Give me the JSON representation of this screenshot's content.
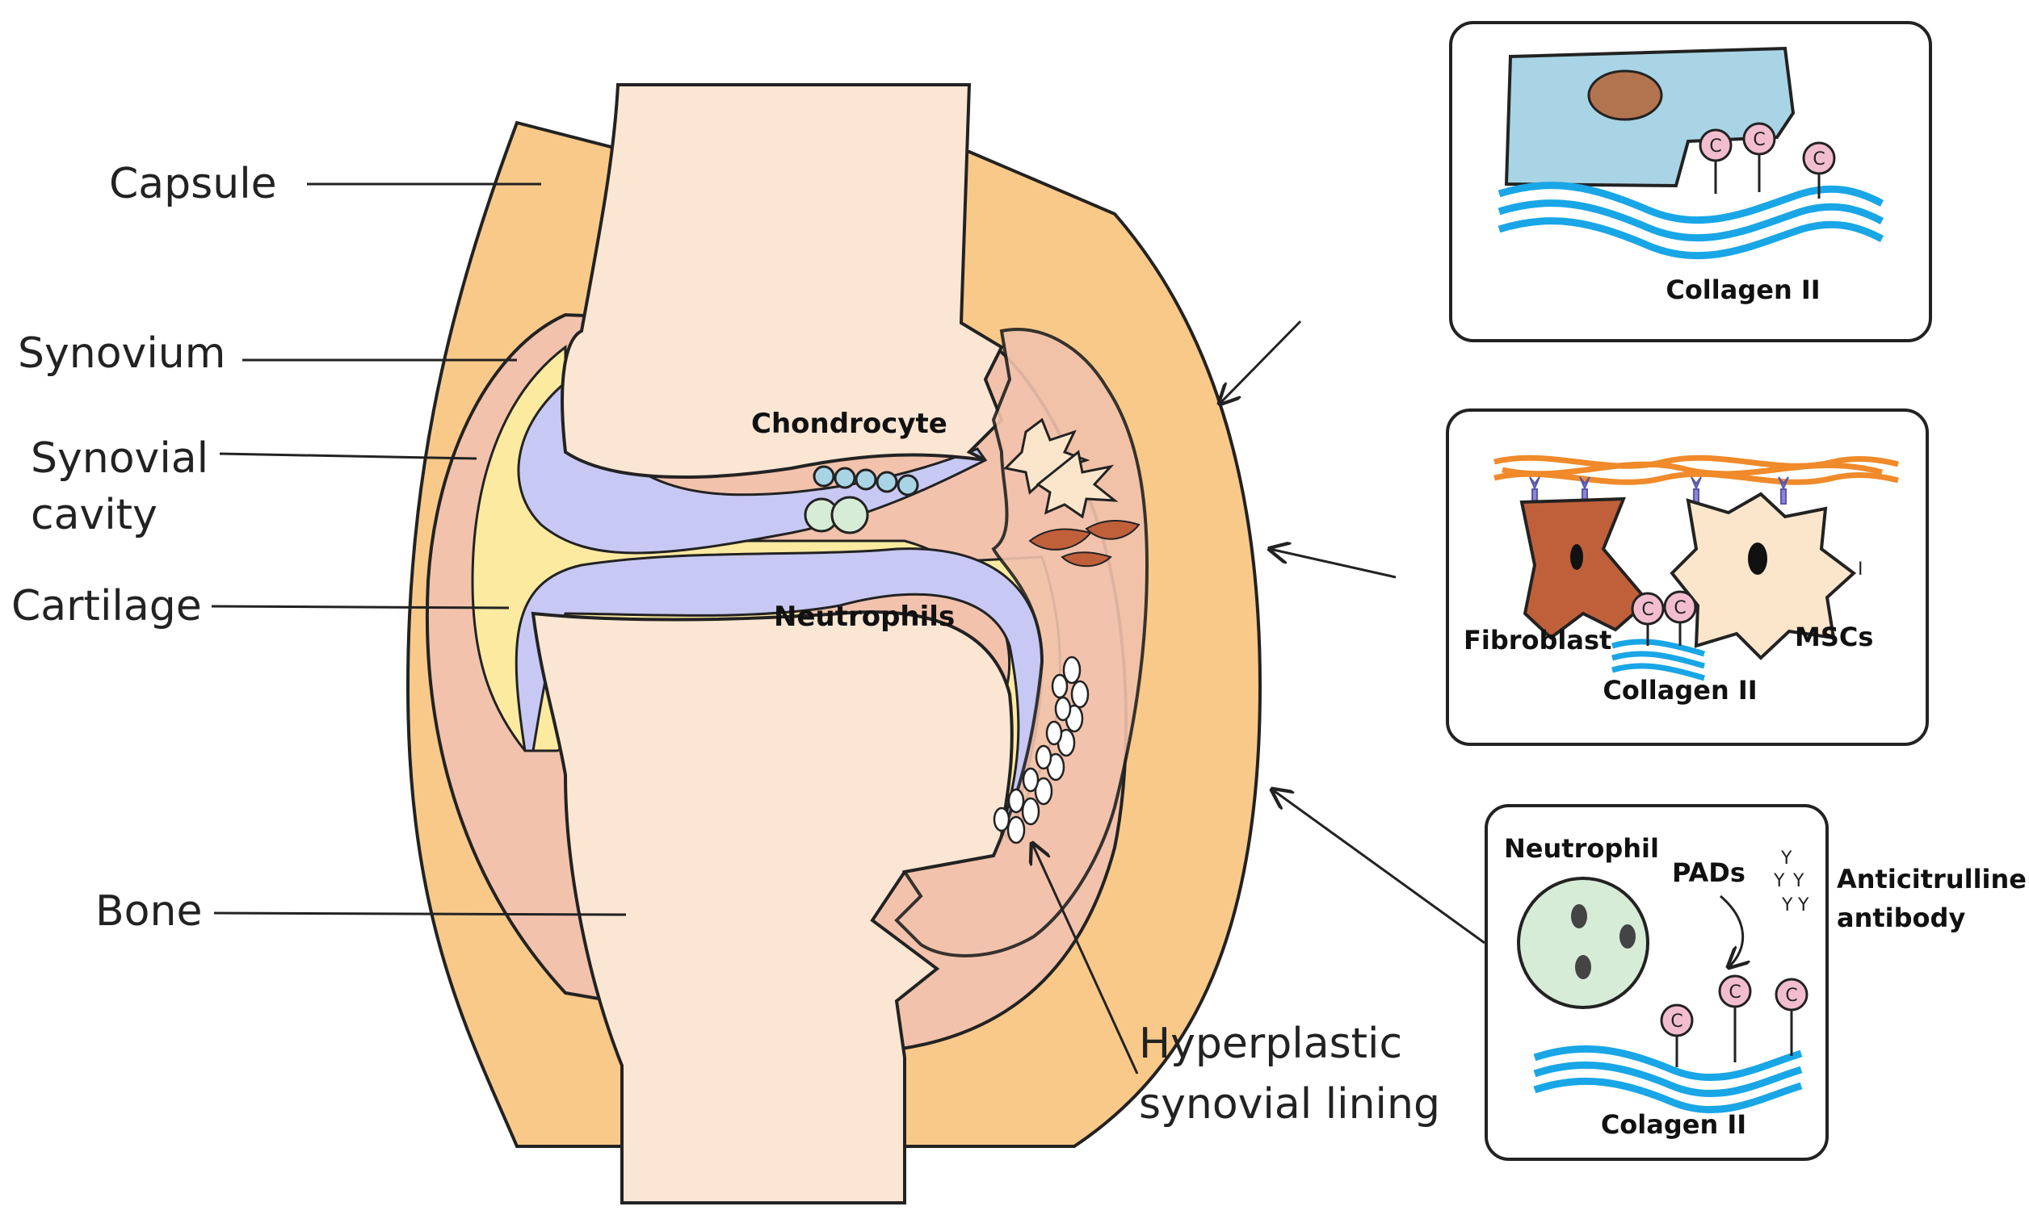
{
  "labels": {
    "capsule": "Capsule",
    "synovium": "Synovium",
    "synovial_cavity_1": "Synovial",
    "synovial_cavity_2": "cavity",
    "cartilage": "Cartilage",
    "bone": "Bone",
    "chondrocyte": "Chondrocyte",
    "neutrophils": "Neutrophils",
    "hyperplastic_1": "Hyperplastic",
    "hyperplastic_2": "synovial lining"
  },
  "panel_top": {
    "collagen": "Collagen II"
  },
  "panel_middle": {
    "fibroblast": "Fibroblast",
    "mscs": "MSCs",
    "collagen": "Collagen II",
    "mark": "I"
  },
  "panel_bottom": {
    "neutrophil": "Neutrophil",
    "pads": "PADs",
    "antibody_1": "Anticitrulline",
    "antibody_2": "antibody",
    "collagen": "Colagen II"
  },
  "citrulline_symbol": "C",
  "antibody_symbol": "Y",
  "colors": {
    "capsule": "#f9c98a",
    "synovium": "#f2c2ac",
    "synovial_fluid": "#fbeaa0",
    "cartilage": "#c8c8f4",
    "bone": "#fbe6d4",
    "collagen": "#19a6e6",
    "fibroblast": "#c0603a",
    "msc": "#fbe6cc",
    "fibers": "#f08a2a",
    "citrulline": "#f3bdd0",
    "neutrophil": "#d6ecd6",
    "cell_blue": "#a8d4e6"
  }
}
